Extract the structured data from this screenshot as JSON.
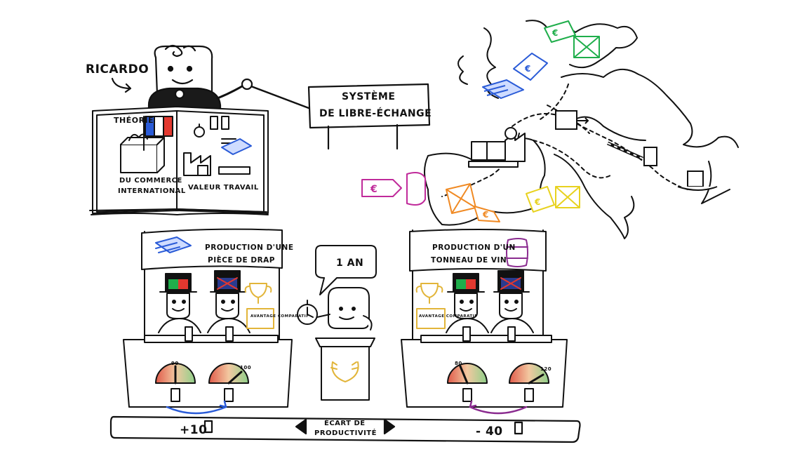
{
  "ricardo": "RICARDO",
  "book": {
    "left_top": "THÉORIE",
    "left_bottom_1": "DU COMMERCE",
    "left_bottom_2": "INTERNATIONAL",
    "right_bottom": "VALEUR TRAVAIL"
  },
  "sign": {
    "line1": "SYSTÈME",
    "line2": "DE LIBRE-ÉCHANGE"
  },
  "stall_left": {
    "title_1": "PRODUCTION D'UNE",
    "title_2": "PIÈCE DE DRAP",
    "badge": "AVANTAGE COMPARATIF",
    "gauge_left": "90",
    "gauge_right": "100"
  },
  "stall_right": {
    "title_1": "PRODUCTION D'UN",
    "title_2": "TONNEAU DE VIN",
    "badge": "AVANTAGE COMPARATIF",
    "gauge_left": "80",
    "gauge_right": "120"
  },
  "speech": "1 AN",
  "bottom_bar": {
    "label_1": "ÉCART DE",
    "label_2": "PRODUCTIVITÉ",
    "left_value": "+10",
    "right_value": "- 40"
  },
  "colors": {
    "ink": "#111111",
    "blue": "#2a5bd7",
    "green": "#1fae4b",
    "magenta": "#c02a9a",
    "orange": "#f08a24",
    "yellow": "#e8d21f",
    "gold": "#e2b53a",
    "purple": "#8a2b8f",
    "gauge_red": "#e05a4a",
    "gauge_green": "#8fd08a"
  },
  "icons": [
    "book-icon",
    "flag-france-icon",
    "flag-portugal-icon",
    "flag-uk-icon",
    "trophy-icon",
    "barrel-icon",
    "cloth-icon",
    "crate-icon",
    "factory-icon",
    "stopwatch-icon",
    "gauge-icon",
    "euro-tag-icon",
    "podium-icon",
    "map-icon"
  ]
}
